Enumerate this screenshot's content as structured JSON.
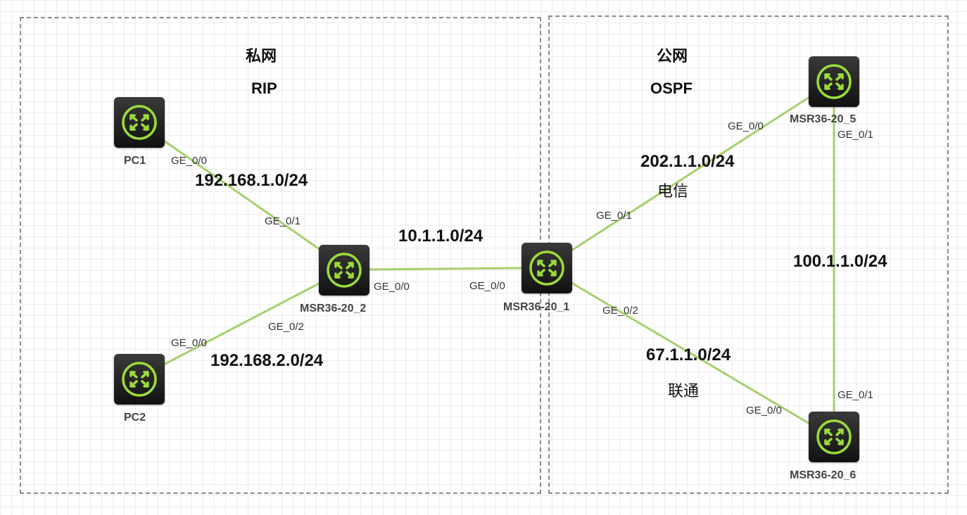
{
  "zones": [
    {
      "id": "private",
      "title": "私网",
      "protocol": "RIP"
    },
    {
      "id": "public",
      "title": "公网",
      "protocol": "OSPF"
    }
  ],
  "devices": [
    {
      "id": "pc1",
      "label": "PC1"
    },
    {
      "id": "pc2",
      "label": "PC2"
    },
    {
      "id": "msr2",
      "label": "MSR36-20_2"
    },
    {
      "id": "msr1",
      "label": "MSR36-20_1"
    },
    {
      "id": "msr5",
      "label": "MSR36-20_5"
    },
    {
      "id": "msr6",
      "label": "MSR36-20_6"
    }
  ],
  "links": [
    {
      "from": "pc1",
      "to": "msr2",
      "network": "192.168.1.0/24",
      "from_port": "GE_0/0",
      "to_port": "GE_0/1"
    },
    {
      "from": "pc2",
      "to": "msr2",
      "network": "192.168.2.0/24",
      "from_port": "GE_0/0",
      "to_port": "GE_0/2"
    },
    {
      "from": "msr2",
      "to": "msr1",
      "network": "10.1.1.0/24",
      "from_port": "GE_0/0",
      "to_port": "GE_0/0"
    },
    {
      "from": "msr1",
      "to": "msr5",
      "network": "202.1.1.0/24",
      "isp": "电信",
      "from_port": "GE_0/1",
      "to_port": "GE_0/0"
    },
    {
      "from": "msr1",
      "to": "msr6",
      "network": "67.1.1.0/24",
      "isp": "联通",
      "from_port": "GE_0/2",
      "to_port": "GE_0/0"
    },
    {
      "from": "msr5",
      "to": "msr6",
      "network": "100.1.1.0/24",
      "from_port": "GE_0/1",
      "to_port": "GE_0/1"
    }
  ],
  "colors": {
    "link": "#a6cf6e",
    "router_icon": "#9adc3a",
    "zone_border": "#8a8a8a"
  }
}
